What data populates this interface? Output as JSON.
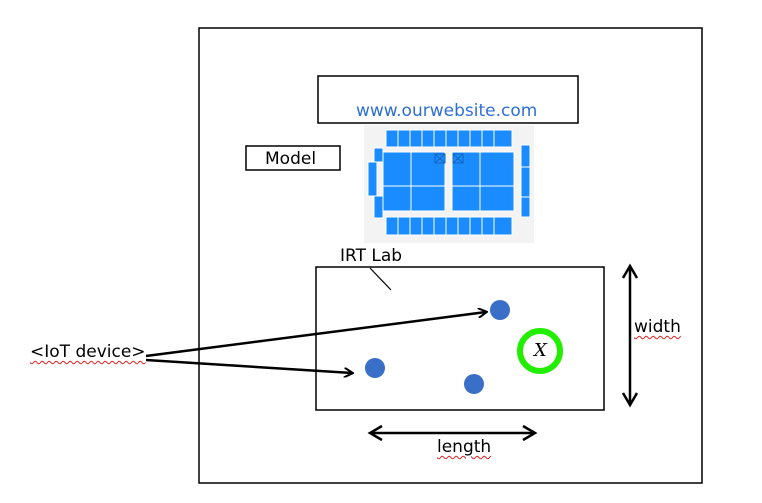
{
  "website_label": "www.ourwebsite.com",
  "model_label": "Model",
  "lab_label": "IRT Lab",
  "iot_label": "<IoT device>",
  "width_label": "width",
  "length_label": "length",
  "target_label": "X",
  "colors": {
    "device_dot": "#3a6fc8",
    "target_ring": "#22ee00",
    "url_text": "#2e6fd6",
    "floorplan_room": "#1a8cff",
    "floorplan_bg": "#f3f3f3",
    "spellcheck_squiggle": "#e02020"
  }
}
